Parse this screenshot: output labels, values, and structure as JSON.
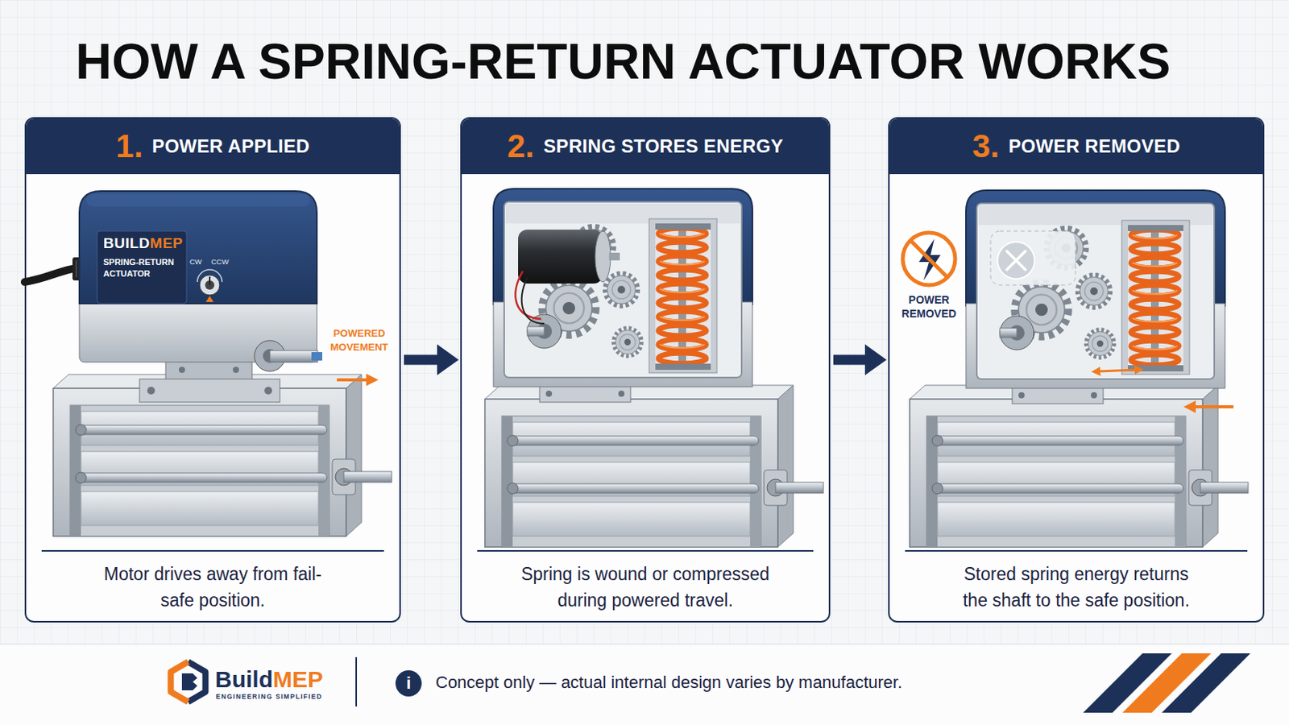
{
  "diagram": {
    "title": "HOW A SPRING-RETURN ACTUATOR WORKS",
    "nodes": [
      {
        "text": [
          "1.",
          "POWER APPLIED",
          "Motor drives away from fail-safe position."
        ]
      },
      {
        "text": [
          "2.",
          "SPRING STORES ENERGY",
          "Spring is wound or compressed during powered travel."
        ]
      },
      {
        "text": [
          "3.",
          "POWER REMOVED",
          "Stored spring energy returns the shaft to the safe position."
        ]
      }
    ],
    "edges": [
      {
        "from": 0,
        "to": 1,
        "arrow": "to"
      },
      {
        "from": 1,
        "to": 2,
        "arrow": "to"
      }
    ],
    "labels": [
      "BUILD",
      "MEP",
      "SPRING-RETURN ACTUATOR",
      "CW",
      "CCW",
      "POWERED MOVEMENT",
      "POWER REMOVED",
      "Build",
      "MEP",
      "ENGINEERING SIMPLIFIED",
      "i",
      "Concept only — actual internal design varies by manufacturer."
    ]
  }
}
